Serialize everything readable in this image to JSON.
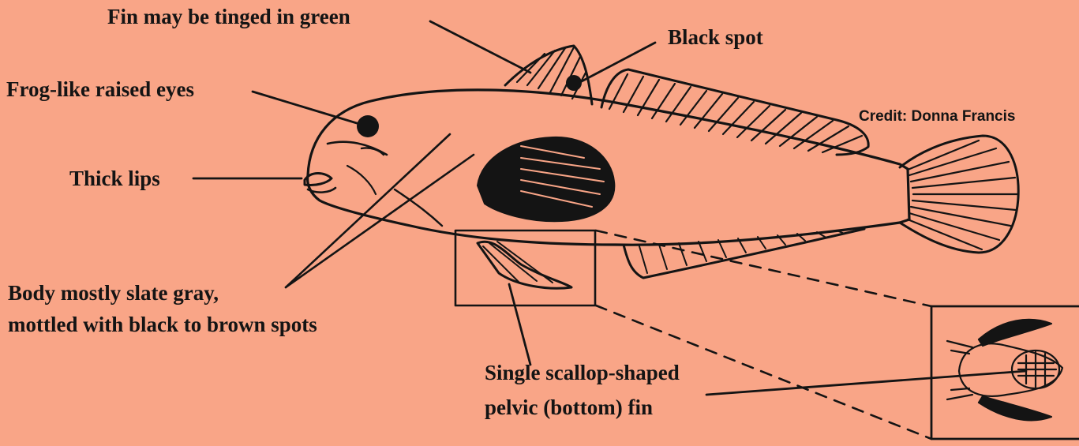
{
  "labels": {
    "fin_green": "Fin may be tinged in green",
    "black_spot": "Black spot",
    "eyes": "Frog-like raised eyes",
    "lips": "Thick lips",
    "credit": "Credit: Donna Francis",
    "body_line1": "Body mostly slate gray,",
    "body_line2": "mottled with black to brown spots",
    "pelvic_line1": "Single scallop-shaped",
    "pelvic_line2": "pelvic (bottom) fin"
  },
  "colors": {
    "background": "#F9A587",
    "ink": "#141414"
  }
}
